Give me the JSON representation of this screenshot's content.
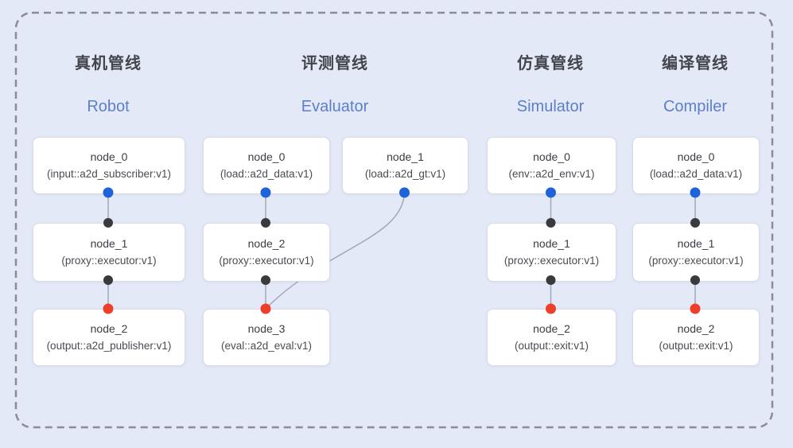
{
  "colors": {
    "background": "#e3e9f7",
    "node_fill": "#ffffff",
    "node_border": "#d7dce7",
    "edge": "#9fa9bb",
    "dashed_border": "#8a8d93",
    "port_source_blue": "#1f63d8",
    "port_input_black": "#3a3a3c",
    "port_sink_red": "#ee3f2b",
    "title_zh_color": "#43454c",
    "title_en_color": "#5d7fc8"
  },
  "pipelines": [
    {
      "title_zh": "真机管线",
      "title_en": "Robot",
      "nodes": [
        {
          "name": "node_0",
          "type": "(input::a2d_subscriber:v1)"
        },
        {
          "name": "node_1",
          "type": "(proxy::executor:v1)"
        },
        {
          "name": "node_2",
          "type": "(output::a2d_publisher:v1)"
        }
      ],
      "edges": [
        {
          "from": "node_0",
          "to": "node_1"
        },
        {
          "from": "node_1",
          "to": "node_2"
        }
      ]
    },
    {
      "title_zh": "评测管线",
      "title_en": "Evaluator",
      "nodes": [
        {
          "name": "node_0",
          "type": "(load::a2d_data:v1)"
        },
        {
          "name": "node_1",
          "type": "(load::a2d_gt:v1)"
        },
        {
          "name": "node_2",
          "type": "(proxy::executor:v1)"
        },
        {
          "name": "node_3",
          "type": "(eval::a2d_eval:v1)"
        }
      ],
      "edges": [
        {
          "from": "node_0",
          "to": "node_2"
        },
        {
          "from": "node_2",
          "to": "node_3"
        },
        {
          "from": "node_1",
          "to": "node_3"
        }
      ]
    },
    {
      "title_zh": "仿真管线",
      "title_en": "Simulator",
      "nodes": [
        {
          "name": "node_0",
          "type": "(env::a2d_env:v1)"
        },
        {
          "name": "node_1",
          "type": "(proxy::executor:v1)"
        },
        {
          "name": "node_2",
          "type": "(output::exit:v1)"
        }
      ],
      "edges": [
        {
          "from": "node_0",
          "to": "node_1"
        },
        {
          "from": "node_1",
          "to": "node_2"
        }
      ]
    },
    {
      "title_zh": "编译管线",
      "title_en": "Compiler",
      "nodes": [
        {
          "name": "node_0",
          "type": "(load::a2d_data:v1)"
        },
        {
          "name": "node_1",
          "type": "(proxy::executor:v1)"
        },
        {
          "name": "node_2",
          "type": "(output::exit:v1)"
        }
      ],
      "edges": [
        {
          "from": "node_0",
          "to": "node_1"
        },
        {
          "from": "node_1",
          "to": "node_2"
        }
      ]
    }
  ]
}
